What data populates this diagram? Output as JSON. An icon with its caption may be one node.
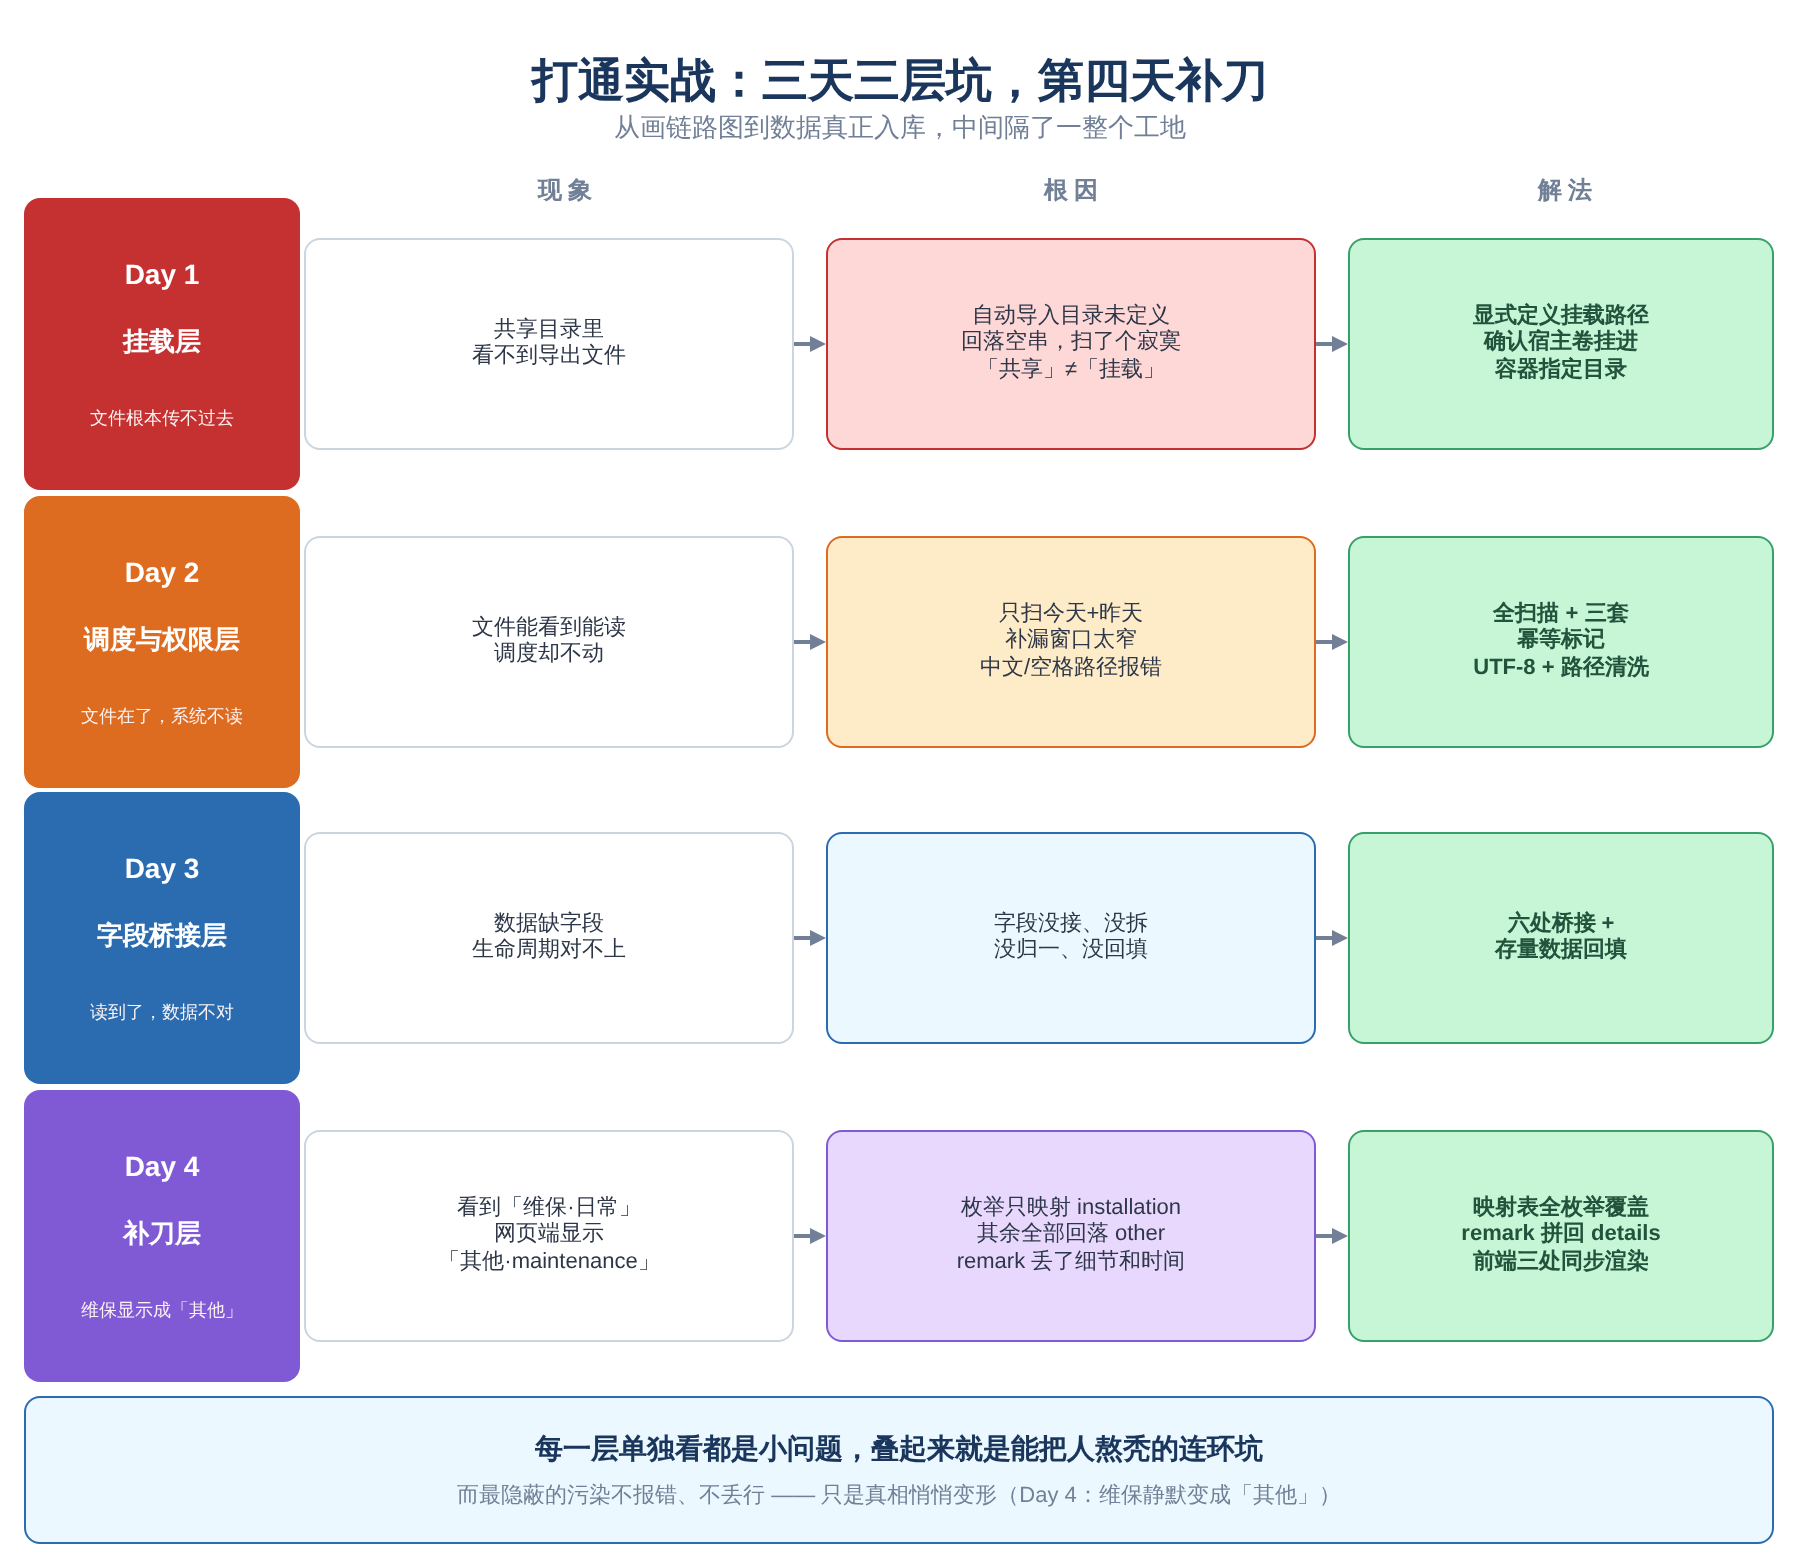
{
  "diagram": {
    "title": "打通实战：三天三层坑，第四天补刀",
    "nodes": [
      {
        "text": [
          "Day 1",
          "挂载层",
          "文件根本传不过去"
        ]
      },
      {
        "text": [
          "共享目录里",
          "看不到导出文件"
        ]
      },
      {
        "text": [
          "自动导入目录未定义",
          "回落空串，扫了个寂寞",
          "「共享」≠「挂载」"
        ]
      },
      {
        "text": [
          "显式定义挂载路径",
          "确认宿主卷挂进",
          "容器指定目录"
        ]
      },
      {
        "text": [
          "Day 2",
          "调度与权限层",
          "文件在了，系统不读"
        ]
      },
      {
        "text": [
          "文件能看到能读",
          "调度却不动"
        ]
      },
      {
        "text": [
          "只扫今天+昨天",
          "补漏窗口太窄",
          "中文/空格路径报错"
        ]
      },
      {
        "text": [
          "全扫描 + 三套",
          "幂等标记",
          "UTF-8 + 路径清洗"
        ]
      },
      {
        "text": [
          "Day 3",
          "字段桥接层",
          "读到了，数据不对"
        ]
      },
      {
        "text": [
          "数据缺字段",
          "生命周期对不上"
        ]
      },
      {
        "text": [
          "字段没接、没拆",
          "没归一、没回填"
        ]
      },
      {
        "text": [
          "六处桥接 +",
          "存量数据回填"
        ]
      },
      {
        "text": [
          "Day 4",
          "补刀层",
          "维保显示成「其他」"
        ]
      },
      {
        "text": [
          "看到「维保·日常」",
          "网页端显示",
          "「其他·maintenance」"
        ]
      },
      {
        "text": [
          "枚举只映射 installation",
          "其余全部回落 other",
          "remark 丢了细节和时间"
        ]
      },
      {
        "text": [
          "映射表全枚举覆盖",
          "remark 拼回 details",
          "前端三处同步渲染"
        ]
      },
      {
        "text": [
          "每一层单独看都是小问题，叠起来就是能把人熬秃的连环坑",
          "而最隐蔽的污染不报错、不丢行 —— 只是真相悄悄变形（Day 4：维保静默变成「其他」）"
        ]
      }
    ],
    "edges": [
      {
        "from": 1,
        "to": 2,
        "arrow": "to"
      },
      {
        "from": 2,
        "to": 3,
        "arrow": "to"
      },
      {
        "from": 5,
        "to": 6,
        "arrow": "to"
      },
      {
        "from": 6,
        "to": 7,
        "arrow": "to"
      },
      {
        "from": 9,
        "to": 10,
        "arrow": "to"
      },
      {
        "from": 10,
        "to": 11,
        "arrow": "to"
      },
      {
        "from": 13,
        "to": 14,
        "arrow": "to"
      },
      {
        "from": 14,
        "to": 15,
        "arrow": "to"
      }
    ],
    "labels": [
      "从画链路图到数据真正入库，中间隔了一整个工地",
      "现象",
      "根因",
      "解法"
    ]
  }
}
